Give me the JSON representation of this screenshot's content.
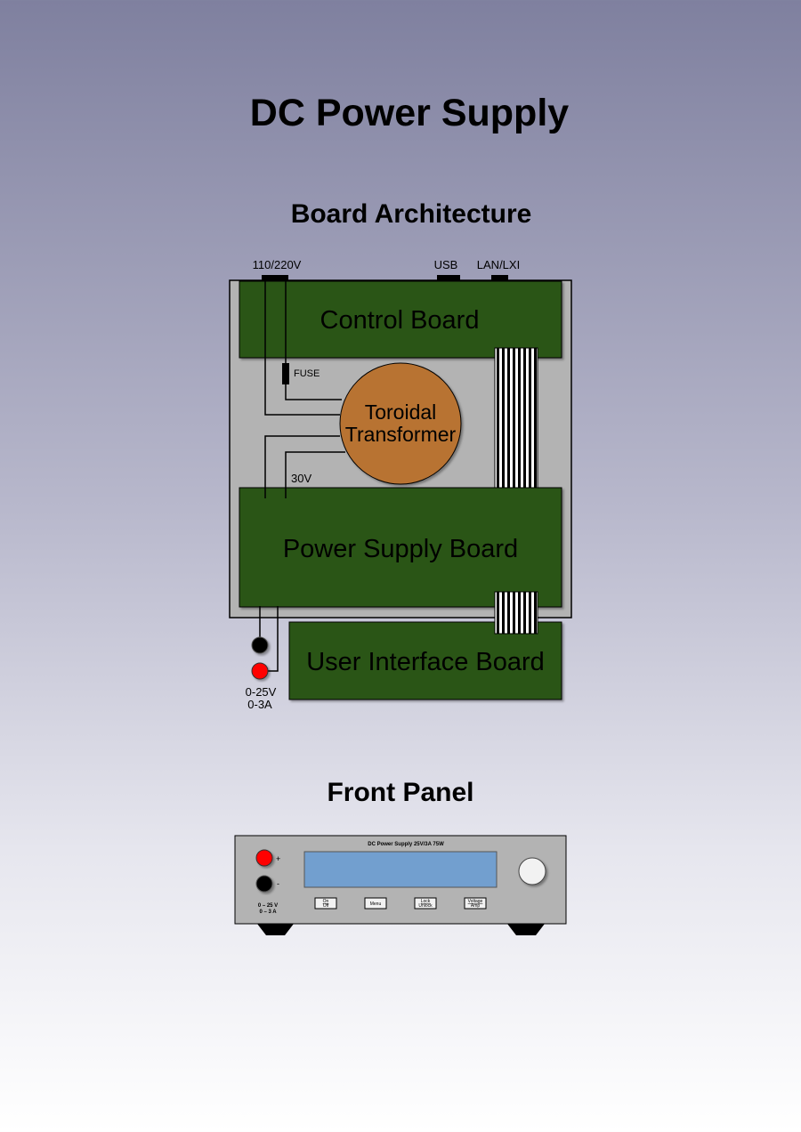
{
  "title": "DC Power Supply",
  "architecture": {
    "heading": "Board Architecture",
    "connectors": {
      "mains": "110/220V",
      "usb": "USB",
      "lan": "LAN/LXI"
    },
    "control_board": "Control Board",
    "fuse": "FUSE",
    "transformer": {
      "line1": "Toroidal",
      "line2": "Transformer"
    },
    "secondary_voltage": "30V",
    "power_board": "Power Supply Board",
    "ui_board": "User Interface Board",
    "output": {
      "voltage": "0-25V",
      "current": "0-3A"
    }
  },
  "front_panel": {
    "heading": "Front Panel",
    "panel_label": "DC Power Supply 25V/3A 75W",
    "plus": "+",
    "minus": "-",
    "range_voltage": "0 – 25 V",
    "range_current": "0 – 3 A",
    "buttons": [
      {
        "line1": "On",
        "line2": "Off"
      },
      {
        "line1": "Menu",
        "line2": ""
      },
      {
        "line1": "Lock",
        "line2": "Unlock"
      },
      {
        "line1": "Voltage",
        "line2": "Amp"
      }
    ]
  },
  "colors": {
    "board_green": "#2b5519",
    "transformer_brown": "#b87333",
    "enclosure_gray": "#b3b3b3",
    "lcd_blue": "#729fcf",
    "terminal_red": "#ff0000"
  }
}
